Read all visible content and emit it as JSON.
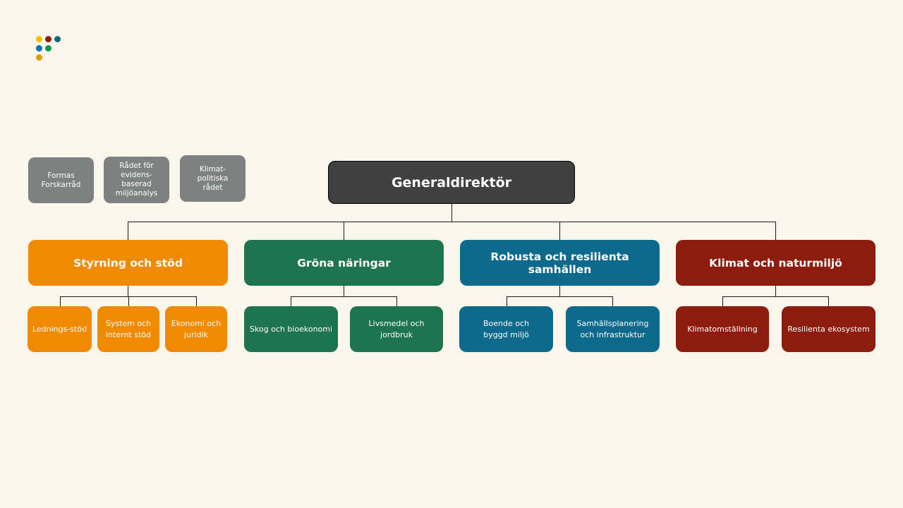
{
  "logo": {
    "colors": [
      "#f5c000",
      "#8b1c0e",
      "#0e6a7a",
      "#0a73b5",
      "#009a44",
      "#d4a000"
    ]
  },
  "councils": [
    "Formas Forskarråd",
    "Rådet för evidens-baserad miljöanalys",
    "Klimat-politiska rådet"
  ],
  "top": "Generaldirektör",
  "colors": {
    "orange": "#f08a00",
    "green": "#1f7450",
    "blue": "#0e6a8c",
    "red": "#8b1c0e",
    "gray": "#7f8180",
    "dark": "#404040"
  },
  "departments": [
    {
      "name": "Styrning och stöd",
      "units": [
        "Lednings-stöd",
        "System och internt stöd",
        "Ekonomi och juridik"
      ]
    },
    {
      "name": "Gröna näringar",
      "units": [
        "Skog och bioekonomi",
        "Livsmedel och jordbruk"
      ]
    },
    {
      "name": "Robusta och resilienta samhällen",
      "units": [
        "Boende och byggd miljö",
        "Samhällsplanering och infrastruktur"
      ]
    },
    {
      "name": "Klimat och naturmiljö",
      "units": [
        "Klimatomställning",
        "Resilienta ekosystem"
      ]
    }
  ]
}
